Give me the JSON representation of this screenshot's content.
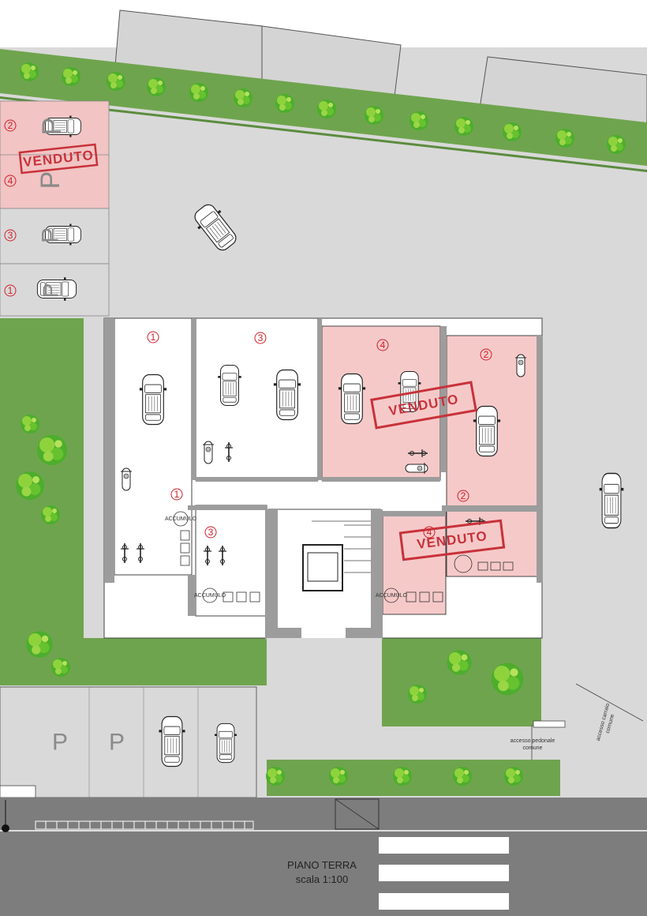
{
  "plan": {
    "title": "PIANO TERRA",
    "scale": "scala 1:100",
    "access_pedestrian": [
      "accesso pedonale",
      "comune"
    ],
    "access_car": [
      "accesso carraio",
      "comune"
    ],
    "stamp_text": "VENDUTO",
    "parking_symbol": "P",
    "unit_numbers": {
      "one": "1",
      "two": "2",
      "three": "3",
      "four": "4"
    },
    "plate_text": "ACCUMULO"
  },
  "colors": {
    "sold_fill": "#f6c9c9",
    "stamp": "#c8323a",
    "number": "#d0202a",
    "lawn": "#6fa44e",
    "paving": "#d9d9d9",
    "road": "#7d7d7d",
    "wall": "#9c9c9c",
    "tree": "#4cae2c"
  }
}
